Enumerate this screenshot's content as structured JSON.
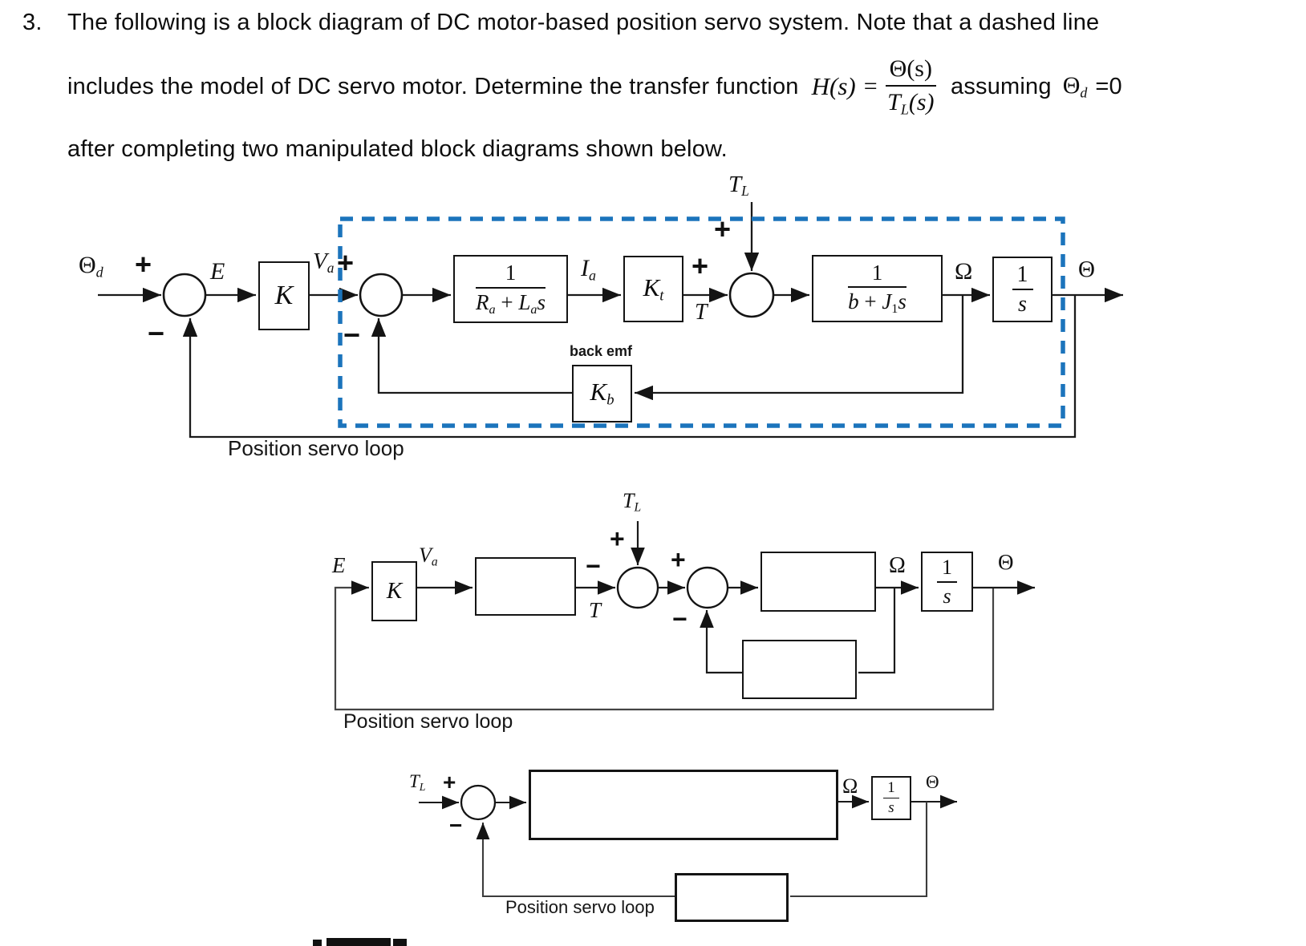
{
  "colors": {
    "dashed_box": "#1b74bc",
    "line": "#1a1a1a"
  },
  "header": {
    "number": "3.",
    "line1": "The following is a block diagram of DC motor-based position servo system. Note that a dashed line",
    "line2_pre": "includes the model of DC servo motor. Determine the transfer function",
    "hs": "H(s)",
    "equals": "=",
    "frac_num": "Θ(s)",
    "frac_den": {
      "main": "T",
      "sub": "L",
      "rest": "(s)"
    },
    "assuming": "assuming",
    "theta_d": {
      "main": "Θ",
      "sub": "d"
    },
    "eq_zero": "=0",
    "line3": "after completing two manipulated block diagrams shown below."
  },
  "d1": {
    "input_label": {
      "main": "Θ",
      "sub": "d"
    },
    "sign_input": "+",
    "sign_outer_fb": "−",
    "error_label": "E",
    "gain_block": "K",
    "va_label": {
      "main": "V",
      "sub": "a"
    },
    "sign_va": "+",
    "sign_bemf_fb": "−",
    "armature_block": {
      "num": "1",
      "den_r": "R",
      "den_r_sub": "a",
      "den_plus": " + ",
      "den_l": "L",
      "den_l_sub": "a",
      "den_s": "s"
    },
    "ia_label": {
      "main": "I",
      "sub": "a"
    },
    "torque_block": {
      "main": "K",
      "sub": "t"
    },
    "sign_torque": "+",
    "torque_label": "T",
    "load_label": {
      "main": "T",
      "sub": "L"
    },
    "sign_load": "+",
    "mech_block": {
      "num": "1",
      "den_b": "b",
      "den_plus": " + ",
      "den_j": "J",
      "den_j_sub": "1",
      "den_s": "s"
    },
    "omega_label": "Ω",
    "integrator_block": {
      "num": "1",
      "den": "s"
    },
    "output_label": "Θ",
    "back_emf_label": "back emf",
    "bemf_block": {
      "main": "K",
      "sub": "b"
    },
    "loop_label": "Position servo loop"
  },
  "d2": {
    "error_label": "E",
    "gain_block": "K",
    "va_label": {
      "main": "V",
      "sub": "a"
    },
    "sign_t": "−",
    "torque_label": "T",
    "load_label": {
      "main": "T",
      "sub": "L"
    },
    "sign_load": "+",
    "sign_in": "+",
    "sign_fb": "−",
    "omega_label": "Ω",
    "integrator_block": {
      "num": "1",
      "den": "s"
    },
    "output_label": "Θ",
    "loop_label": "Position servo loop"
  },
  "d3": {
    "load_label": {
      "main": "T",
      "sub": "L"
    },
    "sign_load": "+",
    "sign_fb": "−",
    "omega_label": "Ω",
    "integrator_block": {
      "num": "1",
      "den": "s"
    },
    "output_label": "Θ",
    "loop_label": "Position servo loop"
  }
}
